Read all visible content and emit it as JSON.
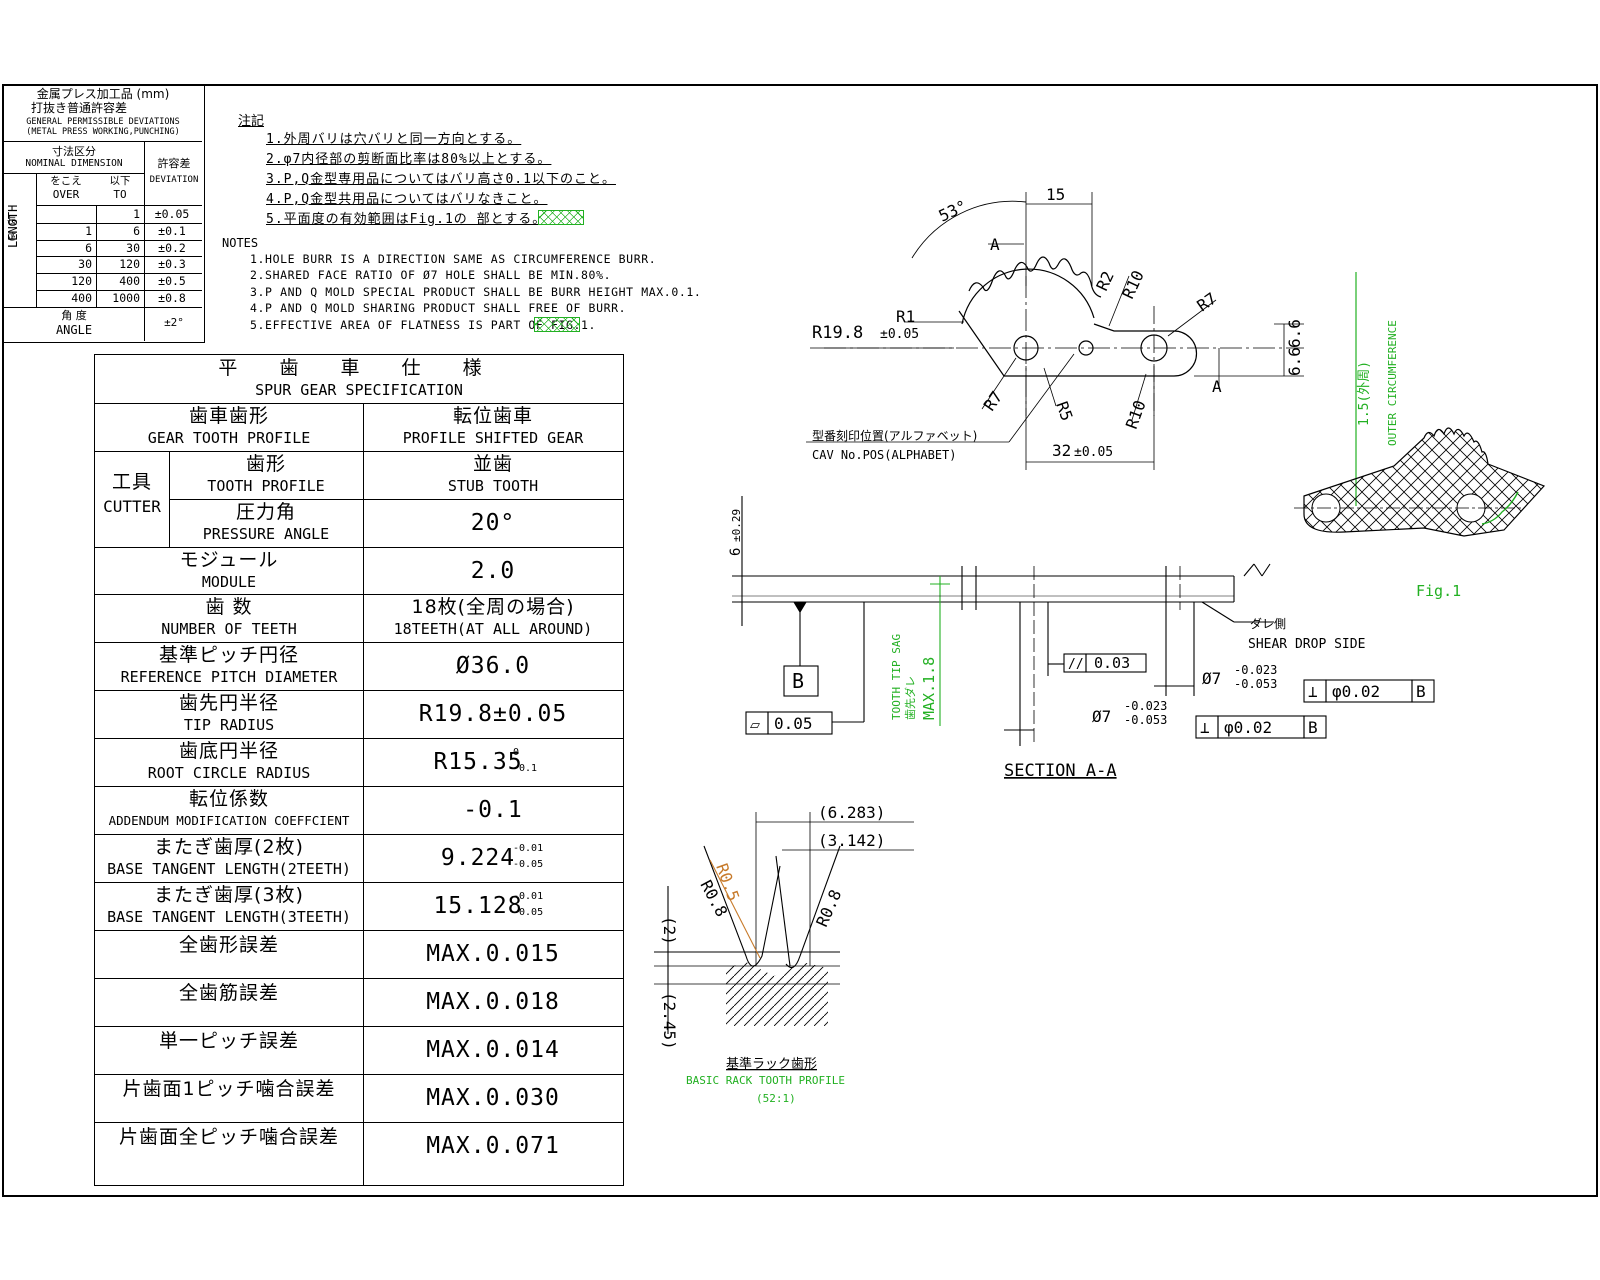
{
  "tolerance_table": {
    "title_jp_1": "金属プレス加工品 (mm)",
    "title_jp_2": "打抜き普通許容差",
    "title_en_1": "GENERAL PERMISSIBLE DEVIATIONS",
    "title_en_2": "(METAL PRESS WORKING,PUNCHING)",
    "dim_jp": "寸法区分",
    "dim_en": "NOMINAL DIMENSION",
    "dev_jp": "許容差",
    "dev_en": "DEVIATION",
    "over_jp": "をこえ",
    "over_en": "OVER",
    "to_jp": "以下",
    "to_en": "TO",
    "length_jp": "長さ",
    "length_en": "LENGTH",
    "rows": [
      {
        "over": "",
        "to": "1",
        "dev": "±0.05"
      },
      {
        "over": "1",
        "to": "6",
        "dev": "±0.1"
      },
      {
        "over": "6",
        "to": "30",
        "dev": "±0.2"
      },
      {
        "over": "30",
        "to": "120",
        "dev": "±0.3"
      },
      {
        "over": "120",
        "to": "400",
        "dev": "±0.5"
      },
      {
        "over": "400",
        "to": "1000",
        "dev": "±0.8"
      }
    ],
    "angle_jp": "角 度",
    "angle_en": "ANGLE",
    "angle_dev": "±2°"
  },
  "notes_jp": {
    "heading": "注記",
    "items": [
      "1.外周バリは穴バリと同一方向とする。",
      "2.φ7内径部の剪断面比率は80%以上とする。",
      "3.P,Q金型専用品についてはバリ高さ0.1以下のこと。",
      "4.P,Q金型共用品についてはバリなきこと。",
      "5.平面度の有効範囲はFig.1の      部とする。"
    ]
  },
  "notes_en": {
    "heading": "NOTES",
    "items": [
      "1.HOLE BURR IS A DIRECTION SAME AS CIRCUMFERENCE BURR.",
      "2.SHARED FACE RATIO OF Ø7 HOLE SHALL BE MIN.80%.",
      "3.P AND Q MOLD SPECIAL PRODUCT SHALL BE BURR HEIGHT MAX.0.1.",
      "4.P AND Q MOLD SHARING PRODUCT SHALL FREE OF BURR.",
      "5.EFFECTIVE AREA OF FLATNESS IS       PART OF FIG.1."
    ]
  },
  "spec": {
    "title_jp": "平 歯 車 仕 様",
    "title_en": "SPUR GEAR SPECIFICATION",
    "profile_jp": "歯車歯形",
    "profile_en": "GEAR TOOTH PROFILE",
    "profile_val_jp": "転位歯車",
    "profile_val_en": "PROFILE SHIFTED GEAR",
    "cutter_jp": "工具",
    "cutter_en": "CUTTER",
    "tooth_jp": "歯形",
    "tooth_en": "TOOTH PROFILE",
    "tooth_val_jp": "並歯",
    "tooth_val_en": "STUB TOOTH",
    "pressure_jp": "圧力角",
    "pressure_en": "PRESSURE ANGLE",
    "pressure_val": "20°",
    "module_jp": "モジュール",
    "module_en": "MODULE",
    "module_val": "2.0",
    "teeth_jp": "歯 数",
    "teeth_en": "NUMBER OF TEETH",
    "teeth_val_jp": "18枚(全周の場合)",
    "teeth_val_en": "18TEETH(AT ALL AROUND)",
    "pitch_jp": "基準ピッチ円径",
    "pitch_en": "REFERENCE PITCH DIAMETER",
    "pitch_val": "Ø36.0",
    "tip_jp": "歯先円半径",
    "tip_en": "TIP RADIUS",
    "tip_val": "R19.8±0.05",
    "root_jp": "歯底円半径",
    "root_en": "ROOT CIRCLE RADIUS",
    "root_val": "R15.35",
    "root_tol_upper": "0",
    "root_tol_lower": "-0.1",
    "addendum_jp": "転位係数",
    "addendum_en": "ADDENDUM MODIFICATION COEFFCIENT",
    "addendum_val": "-0.1",
    "btl2_jp": "またぎ歯厚(2枚)",
    "btl2_en": "BASE TANGENT LENGTH(2TEETH)",
    "btl2_val": "9.224",
    "btl2_tol_upper": "-0.01",
    "btl2_tol_lower": "-0.05",
    "btl3_jp": "またぎ歯厚(3枚)",
    "btl3_en": "BASE TANGENT LENGTH(3TEETH)",
    "btl3_val": "15.128",
    "btl3_tol_upper": "-0.01",
    "btl3_tol_lower": "-0.05",
    "err1_jp": "全歯形誤差",
    "err1_val": "MAX.0.015",
    "err2_jp": "全歯筋誤差",
    "err2_val": "MAX.0.018",
    "err3_jp": "単一ピッチ誤差",
    "err3_val": "MAX.0.014",
    "err4_jp": "片歯面1ピッチ噛合誤差",
    "err4_val": "MAX.0.030",
    "err5_jp": "片歯面全ピッチ噛合誤差",
    "err5_val": "MAX.0.071"
  },
  "drawing": {
    "angle": "53°",
    "dim_15": "15",
    "section_mark": "A",
    "r1": "R1",
    "r2": "R2",
    "r10_top": "R10",
    "r7_right": "R7",
    "r19": "R19.8",
    "r19_tol": "±0.05",
    "r7_left": "R7",
    "r5": "R5",
    "r10_bottom": "R10",
    "dim_6_upper": "6.6",
    "dim_6_lower": "6.6",
    "cav_jp": "型番刻印位置(アルファベット)",
    "cav_en": "CAV No.POS(ALPHABET)",
    "dim_32": "32",
    "dim_32_tol": "±0.05",
    "outer_jp": "1.5(外周)",
    "outer_en": "OUTER CIRCUMFERENCE",
    "fig1": "Fig.1",
    "thickness": "6",
    "thickness_tol": "±0.29",
    "datum": "B",
    "flatness": "0.05",
    "sag_en": "TOOTH TIP SAG",
    "sag_jp": "歯先ダレ",
    "sag_max": "MAX.1.8",
    "parallel": "0.03",
    "hole_dia": "Ø7",
    "hole_tol_upper": "-0.023",
    "hole_tol_lower": "-0.053",
    "perp_1": "φ0.02",
    "perp_2": "φ0.02",
    "shear_jp": "ダレ側",
    "shear_en": "SHEAR DROP SIDE",
    "section_title": "SECTION A-A",
    "rack_6283": "(6.283)",
    "rack_3142": "(3.142)",
    "rack_r05": "R0.5",
    "rack_r08_left": "R0.8",
    "rack_r08_right": "R0.8",
    "rack_2": "(2)",
    "rack_245": "(2.45)",
    "rack_jp": "基準ラック歯形",
    "rack_en": "BASIC RACK TOOTH PROFILE",
    "rack_scale": "(52:1)",
    "colors": {
      "line": "#000000",
      "accent": "#22b022",
      "rack_hatch": "#c77a2a"
    }
  }
}
